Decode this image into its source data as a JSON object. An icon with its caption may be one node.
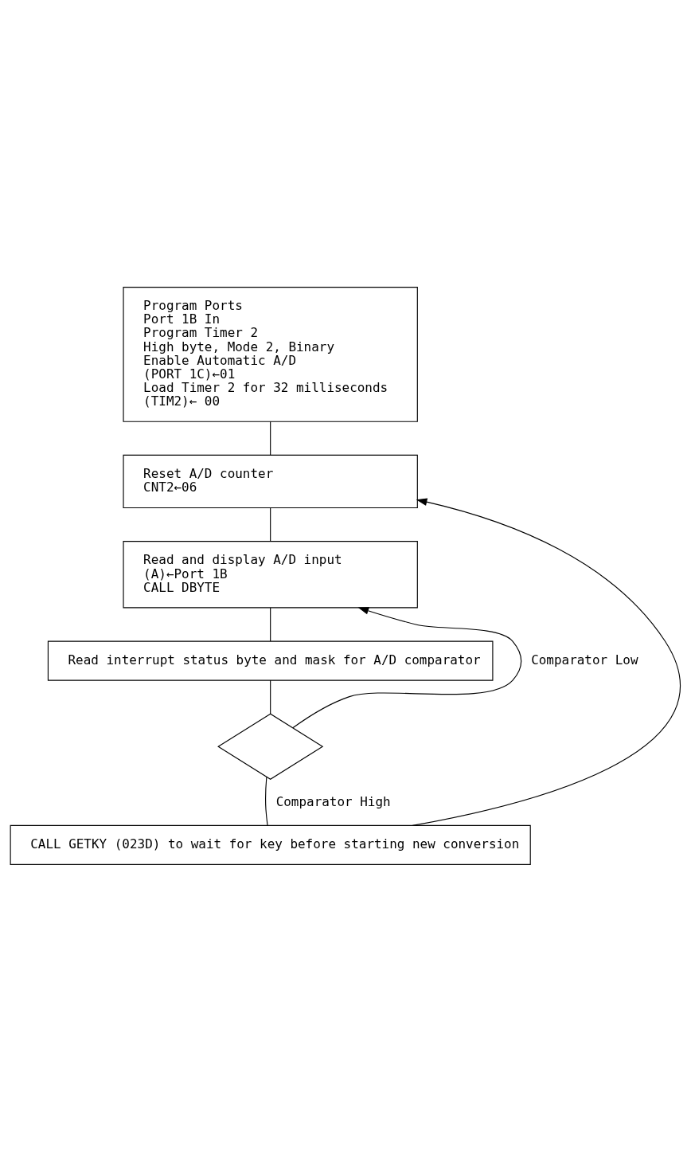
{
  "diagram": {
    "nodes": [
      {
        "text": [
          "Program Ports",
          "Port 1B In",
          "Program Timer 2",
          "High byte, Mode 2, Binary",
          "Enable Automatic A/D",
          "(PORT 1C)←01",
          "Load Timer 2 for 32 milliseconds",
          "(TIM2)← 00"
        ]
      },
      {
        "text": [
          "Reset A/D counter",
          "CNT2←06"
        ]
      },
      {
        "text": [
          "Read and display A/D input",
          "(A)←Port 1B",
          "CALL DBYTE"
        ]
      },
      {
        "text": [
          "Read interrupt status byte and mask for A/D comparator"
        ]
      },
      {
        "text": [],
        "shape": "diamond"
      },
      {
        "text": [
          "CALL GETKY (023D) to wait for key before starting new conversion"
        ]
      }
    ],
    "edges": [
      {
        "from": 0,
        "to": 1,
        "arrow": "none"
      },
      {
        "from": 1,
        "to": 2,
        "arrow": "none"
      },
      {
        "from": 2,
        "to": 3,
        "arrow": "none"
      },
      {
        "from": 3,
        "to": 4,
        "arrow": "none"
      },
      {
        "from": 4,
        "to": 2,
        "arrow": "to",
        "label": "Comparator Low"
      },
      {
        "from": 4,
        "to": 5,
        "arrow": "none",
        "label": "Comparator High"
      },
      {
        "from": 5,
        "to": 1,
        "arrow": "to"
      }
    ]
  }
}
